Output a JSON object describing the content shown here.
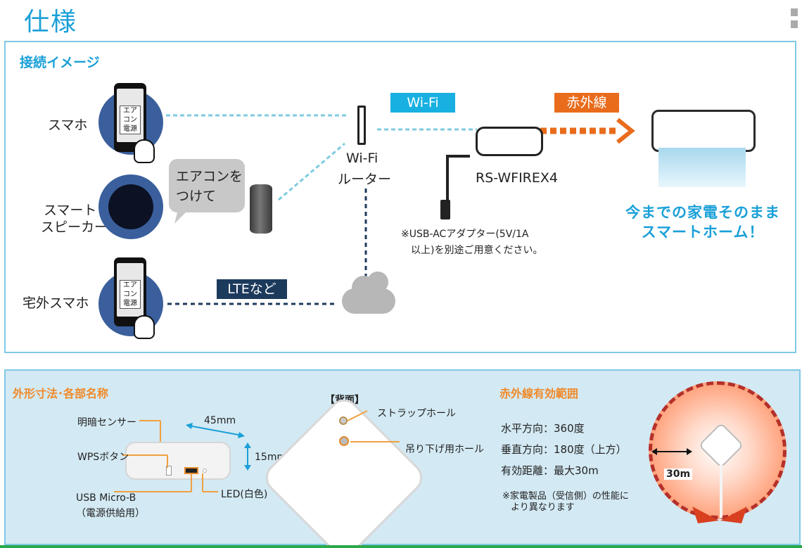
{
  "page": {
    "title": "仕様"
  },
  "connection": {
    "heading": "接続イメージ",
    "smartphone_label": "スマホ",
    "phone_screen_text": "エアコン電源",
    "smart_speaker_label_line1": "スマート",
    "smart_speaker_label_line2": "スピーカー",
    "speech_bubble_line1": "エアコンを",
    "speech_bubble_line2": "つけて",
    "outdoor_phone_label": "宅外スマホ",
    "router_label_line1": "Wi-Fi",
    "router_label_line2": "ルーター",
    "wifi_tag": "Wi-Fi",
    "infrared_tag": "赤外線",
    "lte_tag": "LTEなど",
    "device_name": "RS-WFIREX4",
    "adapter_note_line1": "※USB-ACアダプター(5V/1A",
    "adapter_note_line2": "以上)を別途ご用意ください。",
    "slogan_line1": "今までの家電そのまま",
    "slogan_line2": "スマートホーム！"
  },
  "dimensions": {
    "heading": "外形寸法･各部名称",
    "light_sensor": "明暗センサー",
    "wps_button": "WPSボタン",
    "usb_line1": "USB Micro-B",
    "usb_line2": "（電源供給用）",
    "led": "LED(白色)",
    "width": "45mm",
    "height": "15mm",
    "back_label": "【背面】",
    "strap_hole": "ストラップホール",
    "hanging_hole": "吊り下げ用ホール"
  },
  "ir_range": {
    "heading": "赤外線有効範囲",
    "horizontal": "水平方向：360度",
    "vertical": "垂直方向：180度（上方）",
    "distance": "有効距離：最大30m",
    "note_line1": "※家電製品（受信側）の性能に",
    "note_line2": "より異なります",
    "radius_label": "30m"
  },
  "colors": {
    "accent_blue": "#1aa0d8",
    "accent_orange": "#f08a2a",
    "infrared_orange": "#e86c1c",
    "lte_navy": "#1c3a5c",
    "panel_border": "#7fc9e6"
  }
}
